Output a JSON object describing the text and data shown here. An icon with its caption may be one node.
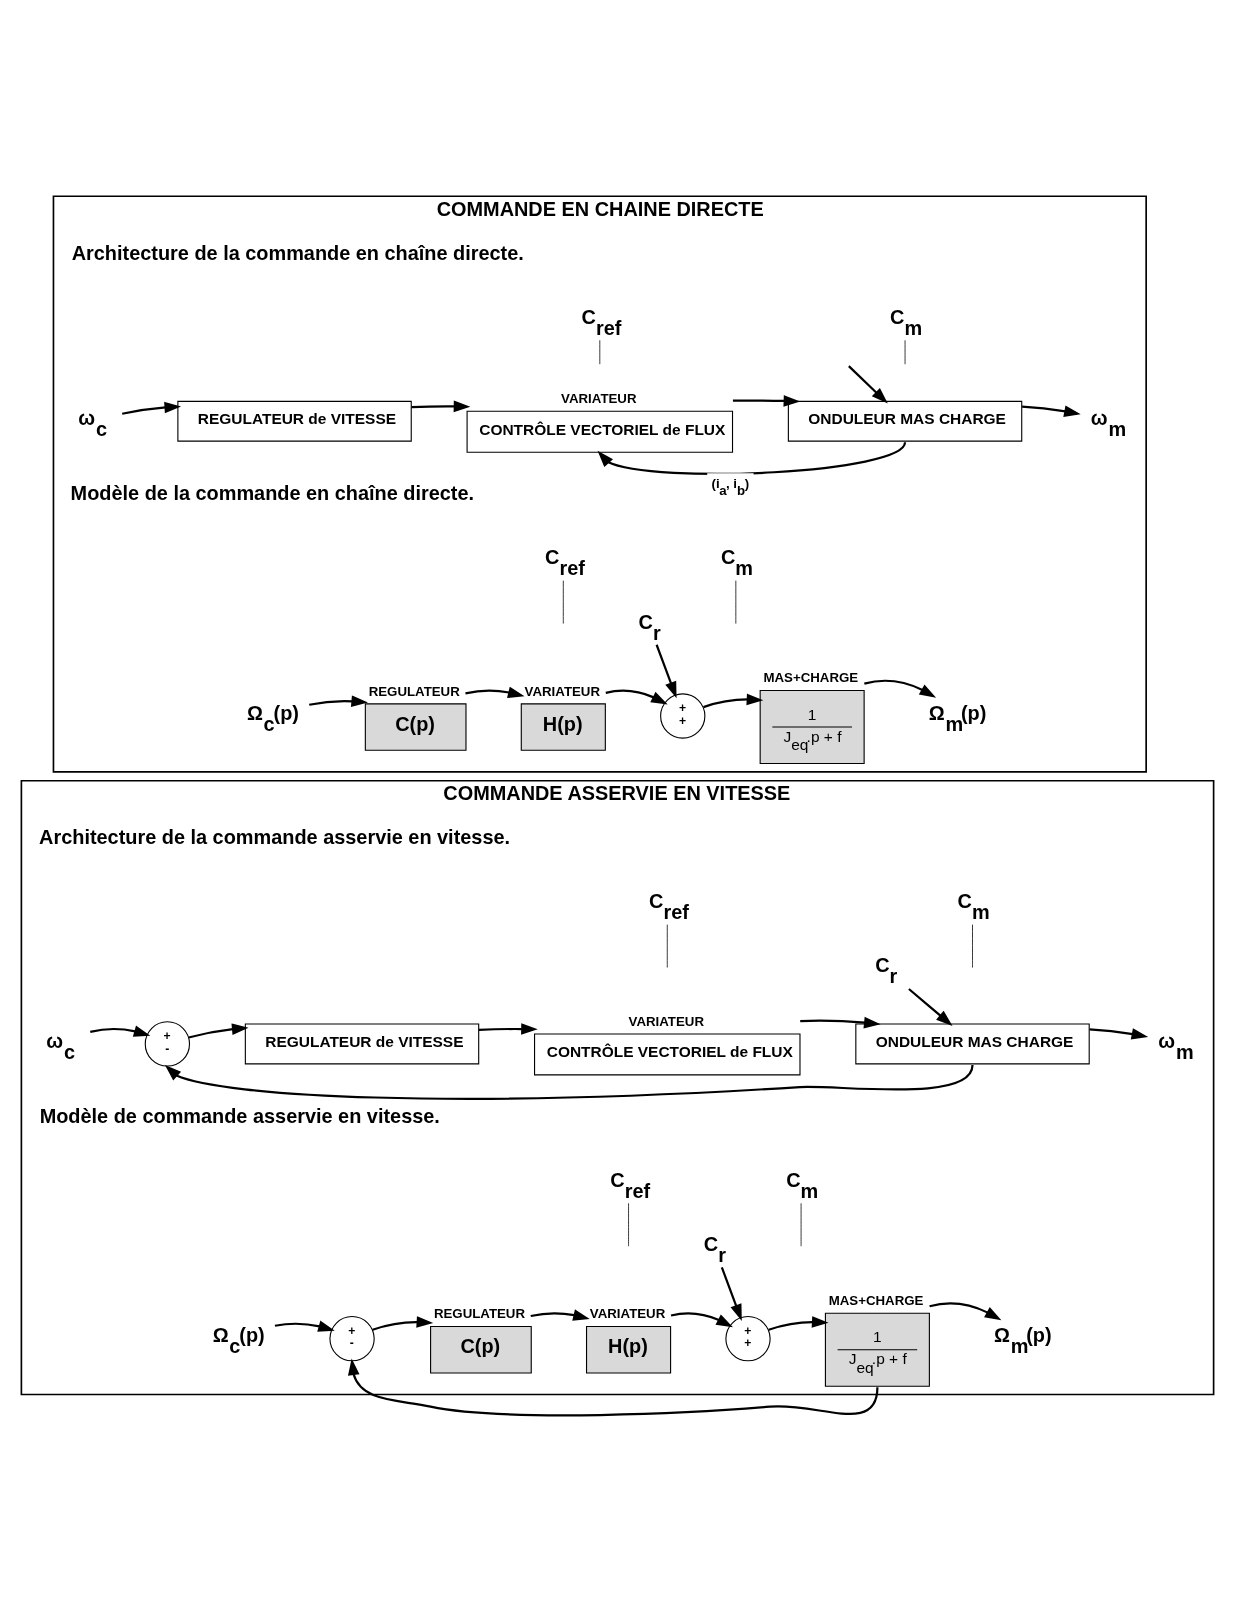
{
  "diagram": {
    "nodes": [
      {
        "text": [
          "COMMANDE EN CHAINE DIRECTE"
        ]
      },
      {
        "text": [
          "ω$_{c}$"
        ],
        "in": 0
      },
      {
        "text": [
          "REGULATEUR de VITESSE"
        ],
        "in": 0
      },
      {
        "text": [
          "CONTRÔLE VECTORIEL de FLUX"
        ],
        "beside": [
          "VARIATEUR"
        ],
        "in": 0
      },
      {
        "text": [
          "ONDULEUR MAS CHARGE"
        ],
        "in": 0
      },
      {
        "text": [
          "ω$_{m}$"
        ],
        "in": 0
      },
      {
        "text": [
          "C$_{ref}$"
        ],
        "in": 0
      },
      {
        "text": [
          "C$_{m}$"
        ],
        "in": 0
      },
      {
        "text": [
          "Ω$_{c}$(p)"
        ],
        "in": 0
      },
      {
        "text": [
          "C(p)"
        ],
        "beside": [
          "REGULATEUR"
        ],
        "in": 0
      },
      {
        "text": [
          "H(p)"
        ],
        "beside": [
          "VARIATEUR"
        ],
        "in": 0
      },
      {
        "text": [
          "+",
          "+"
        ],
        "in": 0
      },
      {
        "text": [
          "1",
          "J$_{eq}$.p + f"
        ],
        "beside": [
          "MAS+CHARGE"
        ],
        "in": 0
      },
      {
        "text": [
          "Ω$_{m}$(p)"
        ],
        "in": 0
      },
      {
        "text": [
          "C$_{ref}$"
        ],
        "in": 0
      },
      {
        "text": [
          "C$_{m}$"
        ],
        "in": 0
      },
      {
        "text": [
          "C$_{r}$"
        ],
        "in": 0
      },
      {
        "text": [
          "COMMANDE ASSERVIE EN VITESSE"
        ]
      },
      {
        "text": [
          "ω$_{c}$"
        ],
        "in": 17
      },
      {
        "text": [
          "+",
          "-"
        ],
        "in": 17
      },
      {
        "text": [
          "REGULATEUR de VITESSE"
        ],
        "in": 17
      },
      {
        "text": [
          "CONTRÔLE VECTORIEL de FLUX"
        ],
        "beside": [
          "VARIATEUR"
        ],
        "in": 17
      },
      {
        "text": [
          "ONDULEUR MAS CHARGE"
        ],
        "in": 17
      },
      {
        "text": [
          "ω$_{m}$"
        ],
        "in": 17
      },
      {
        "text": [
          "C$_{ref}$"
        ],
        "in": 17
      },
      {
        "text": [
          "C$_{m}$"
        ],
        "in": 17
      },
      {
        "text": [
          "C$_{r}$"
        ],
        "in": 17
      },
      {
        "text": [
          "Ω$_{c}$(p)"
        ],
        "in": 17
      },
      {
        "text": [
          "+",
          "-"
        ],
        "in": 17
      },
      {
        "text": [
          "C(p)"
        ],
        "beside": [
          "REGULATEUR"
        ],
        "in": 17
      },
      {
        "text": [
          "H(p)"
        ],
        "beside": [
          "VARIATEUR"
        ],
        "in": 17
      },
      {
        "text": [
          "+",
          "+"
        ],
        "in": 17
      },
      {
        "text": [
          "1",
          "J$_{eq}$.p + f"
        ],
        "beside": [
          "MAS+CHARGE"
        ],
        "in": 17
      },
      {
        "text": [
          "Ω$_{m}$(p)"
        ],
        "in": 17
      },
      {
        "text": [
          "C$_{ref}$"
        ],
        "in": 17
      },
      {
        "text": [
          "C$_{m}$"
        ],
        "in": 17
      },
      {
        "text": [
          "C$_{r}$"
        ],
        "in": 17
      }
    ],
    "edges": [
      {
        "from": 1,
        "to": 2,
        "arrow": "to"
      },
      {
        "from": 2,
        "to": 3,
        "arrow": "to"
      },
      {
        "from": 3,
        "to": 4,
        "arrow": "to"
      },
      {
        "from": 4,
        "to": 5,
        "arrow": "to"
      },
      {
        "from": 4,
        "to": 3,
        "arrow": "to",
        "label": "(i$_{a}$, i$_{b}$)"
      },
      {
        "from": null,
        "to": 4,
        "arrow": "to"
      },
      {
        "from": 6,
        "to": null,
        "arrow": "none"
      },
      {
        "from": 7,
        "to": null,
        "arrow": "none"
      },
      {
        "from": 8,
        "to": 9,
        "arrow": "to"
      },
      {
        "from": 9,
        "to": 10,
        "arrow": "to"
      },
      {
        "from": 10,
        "to": 11,
        "arrow": "to"
      },
      {
        "from": 11,
        "to": 12,
        "arrow": "to"
      },
      {
        "from": 12,
        "to": 13,
        "arrow": "to"
      },
      {
        "from": 14,
        "to": null,
        "arrow": "none"
      },
      {
        "from": 15,
        "to": null,
        "arrow": "none"
      },
      {
        "from": 16,
        "to": 11,
        "arrow": "to"
      },
      {
        "from": 18,
        "to": 19,
        "arrow": "to"
      },
      {
        "from": 19,
        "to": 20,
        "arrow": "to"
      },
      {
        "from": 20,
        "to": 21,
        "arrow": "to"
      },
      {
        "from": 21,
        "to": 22,
        "arrow": "to"
      },
      {
        "from": 22,
        "to": 23,
        "arrow": "to"
      },
      {
        "from": 22,
        "to": 19,
        "arrow": "to"
      },
      {
        "from": 24,
        "to": null,
        "arrow": "none"
      },
      {
        "from": 25,
        "to": null,
        "arrow": "none"
      },
      {
        "from": 26,
        "to": 22,
        "arrow": "to"
      },
      {
        "from": 27,
        "to": 28,
        "arrow": "to"
      },
      {
        "from": 28,
        "to": 29,
        "arrow": "to"
      },
      {
        "from": 29,
        "to": 30,
        "arrow": "to"
      },
      {
        "from": 30,
        "to": 31,
        "arrow": "to"
      },
      {
        "from": 31,
        "to": 32,
        "arrow": "to"
      },
      {
        "from": 32,
        "to": 33,
        "arrow": "to"
      },
      {
        "from": 32,
        "to": 28,
        "arrow": "to"
      },
      {
        "from": 34,
        "to": null,
        "arrow": "none"
      },
      {
        "from": 35,
        "to": null,
        "arrow": "none"
      },
      {
        "from": 36,
        "to": 31,
        "arrow": "to"
      }
    ],
    "labels": [
      "Architecture de la commande en chaîne directe.",
      "Modèle de la commande en chaîne directe.",
      "Architecture de la commande asservie en vitesse.",
      "Modèle de commande asservie en vitesse."
    ]
  }
}
